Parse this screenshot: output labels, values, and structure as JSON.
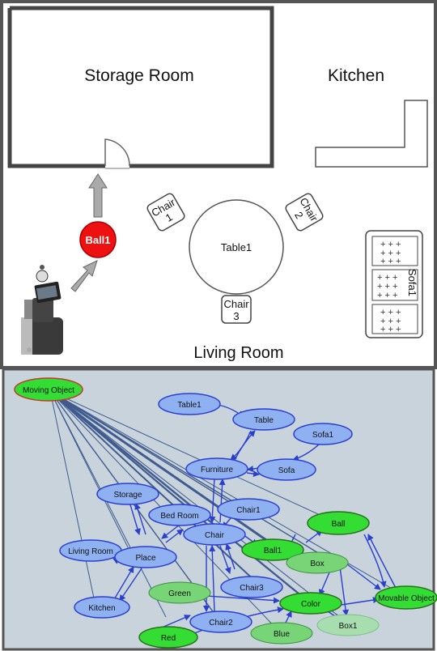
{
  "floorplan": {
    "rooms": {
      "storage": "Storage Room",
      "kitchen": "Kitchen",
      "living": "Living Room"
    },
    "furniture": {
      "chair1_a": "Chair",
      "chair1_b": "1",
      "chair2_a": "Chair",
      "chair2_b": "2",
      "chair3_a": "Chair",
      "chair3_b": "3",
      "table": "Table1",
      "sofa": "Sofa1",
      "ball": "Ball1"
    }
  },
  "graph": {
    "background": "#c8d3dc",
    "colors": {
      "blue_fill": "#8fb1f2",
      "blue_stroke": "#2a3fd0",
      "green_fill": "#33dd33",
      "green_stroke": "#2b6f1c",
      "light_green_fill": "#77d477",
      "pale_green_fill": "#a8ddb0",
      "moving_stroke": "#c0392b"
    },
    "nodes": {
      "moving_object": "Moving Object",
      "table1": "Table1",
      "table": "Table",
      "sofa1": "Sofa1",
      "furniture": "Furniture",
      "sofa": "Sofa",
      "storage": "Storage",
      "bed_room": "Bed Room",
      "chair1": "Chair1",
      "ball": "Ball",
      "living_room": "Living Room",
      "place": "Place",
      "chair": "Chair",
      "ball1": "Ball1",
      "box": "Box",
      "green": "Green",
      "chair3": "Chair3",
      "color": "Color",
      "movable_object": "Movable Object",
      "kitchen": "Kitchen",
      "chair2": "Chair2",
      "box1": "Box1",
      "blue": "Blue",
      "red": "Red"
    }
  }
}
